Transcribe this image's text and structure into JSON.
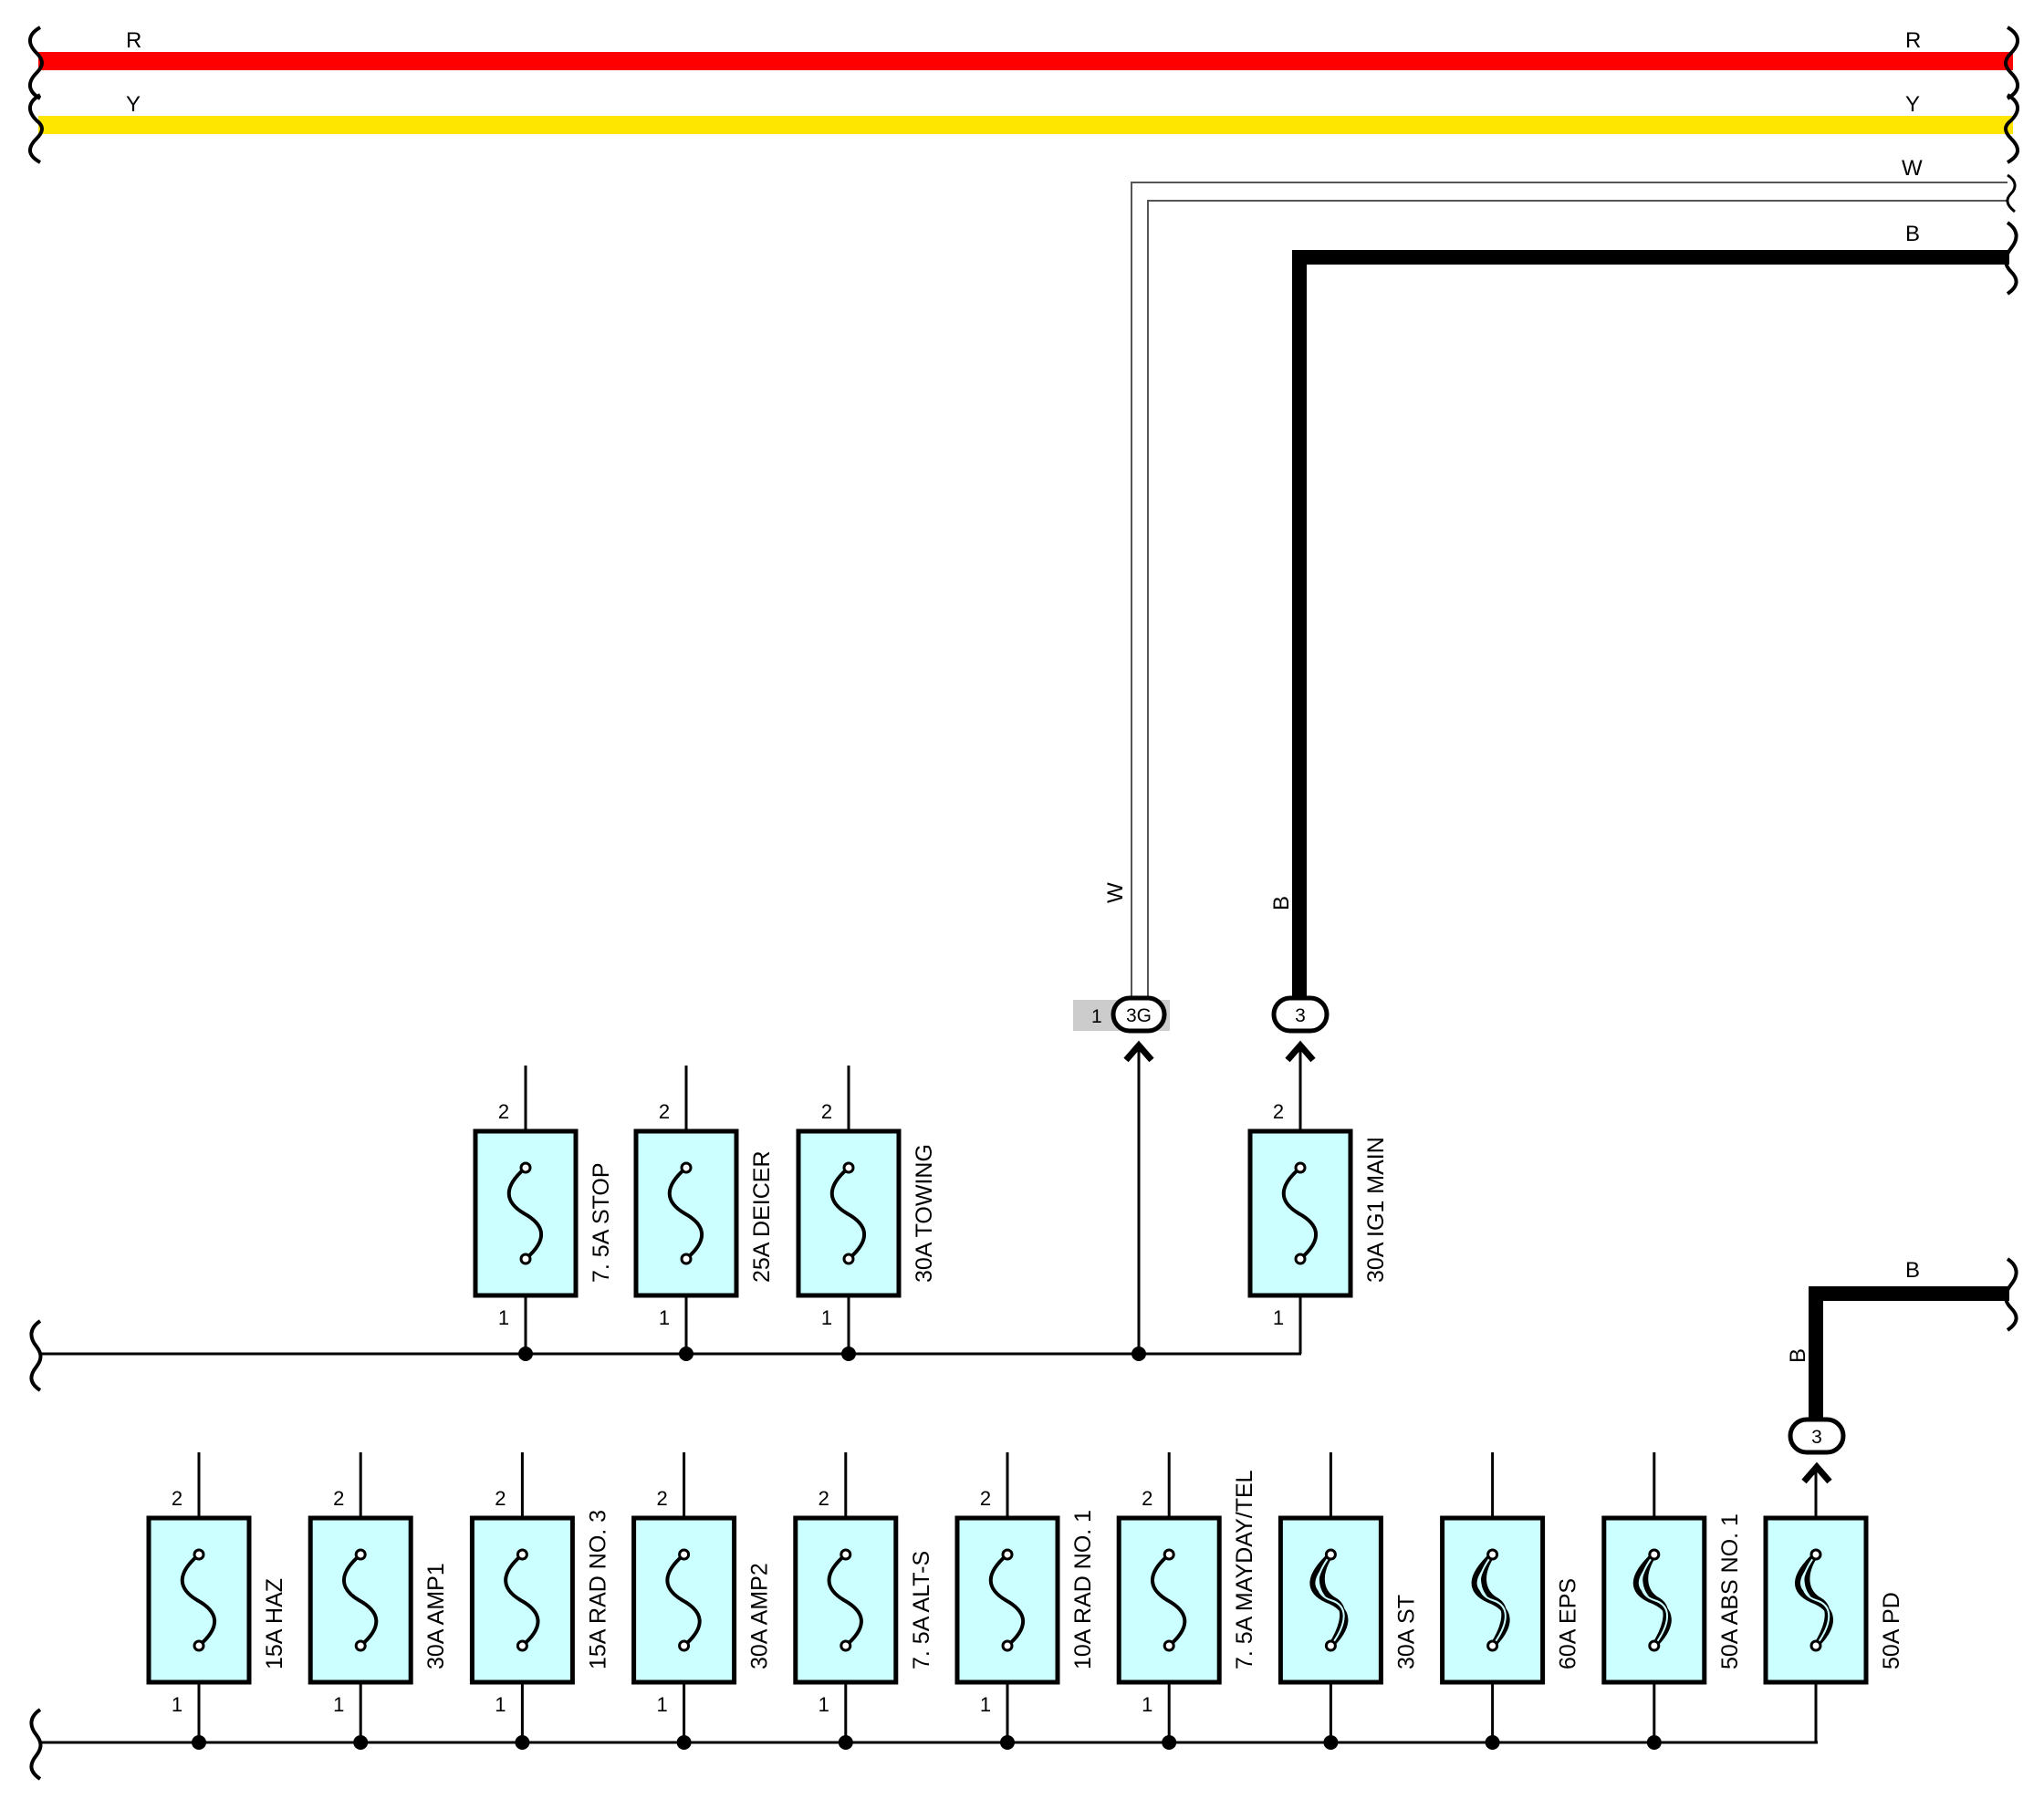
{
  "colors": {
    "red_wire": "#ff0000",
    "yellow_wire": "#ffe600",
    "fuse_fill": "#ccffff",
    "connector_tag": "#cccccc",
    "line": "#000000"
  },
  "wires": {
    "red": "R",
    "yellow": "Y",
    "white": "W",
    "black": "B"
  },
  "connectors": {
    "c3g_pin": "1",
    "c3g_name": "3G",
    "ig1_conn": "3",
    "pd_conn": "3"
  },
  "fuses_top": [
    {
      "label": "7. 5A STOP",
      "pin_top": "2",
      "pin_bottom": "1",
      "type": "fuse"
    },
    {
      "label": "25A DEICER",
      "pin_top": "2",
      "pin_bottom": "1",
      "type": "fuse"
    },
    {
      "label": "30A TOWING",
      "pin_top": "2",
      "pin_bottom": "1",
      "type": "fuse"
    },
    {
      "label": "30A IG1 MAIN",
      "pin_top": "2",
      "pin_bottom": "1",
      "type": "fuse"
    }
  ],
  "fuses_bottom": [
    {
      "label": "15A HAZ",
      "pin_top": "2",
      "pin_bottom": "1",
      "type": "fuse"
    },
    {
      "label": "30A AMP1",
      "pin_top": "2",
      "pin_bottom": "1",
      "type": "fuse"
    },
    {
      "label": "15A RAD NO. 3",
      "pin_top": "2",
      "pin_bottom": "1",
      "type": "fuse"
    },
    {
      "label": "30A AMP2",
      "pin_top": "2",
      "pin_bottom": "1",
      "type": "fuse"
    },
    {
      "label": "7. 5A ALT-S",
      "pin_top": "2",
      "pin_bottom": "1",
      "type": "fuse"
    },
    {
      "label": "10A RAD NO. 1",
      "pin_top": "2",
      "pin_bottom": "1",
      "type": "fuse"
    },
    {
      "label": "7. 5A MAYDAY/TEL",
      "pin_top": "2",
      "pin_bottom": "1",
      "type": "fuse"
    },
    {
      "label": "30A ST",
      "type": "fusible-link"
    },
    {
      "label": "60A EPS",
      "type": "fusible-link"
    },
    {
      "label": "50A ABS NO. 1",
      "type": "fusible-link"
    },
    {
      "label": "50A PD",
      "type": "fusible-link"
    }
  ]
}
